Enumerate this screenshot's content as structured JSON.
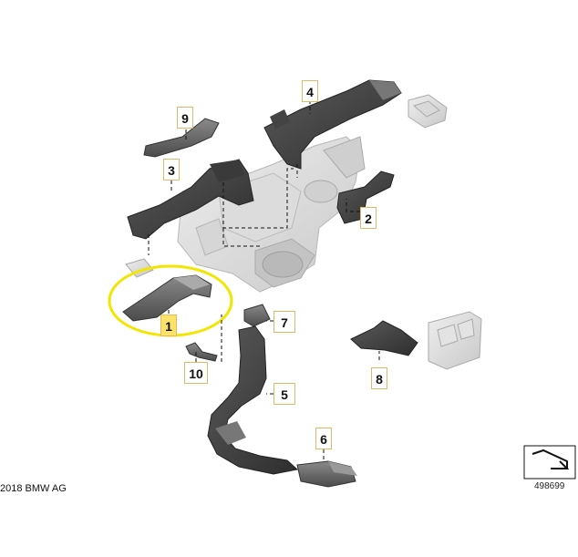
{
  "diagram": {
    "callouts": [
      {
        "id": "1",
        "label": "1",
        "highlighted": true
      },
      {
        "id": "2",
        "label": "2",
        "highlighted": false
      },
      {
        "id": "3",
        "label": "3",
        "highlighted": false
      },
      {
        "id": "4",
        "label": "4",
        "highlighted": false
      },
      {
        "id": "5",
        "label": "5",
        "highlighted": false
      },
      {
        "id": "6",
        "label": "6",
        "highlighted": false
      },
      {
        "id": "7",
        "label": "7",
        "highlighted": false
      },
      {
        "id": "8",
        "label": "8",
        "highlighted": false
      },
      {
        "id": "9",
        "label": "9",
        "highlighted": false
      },
      {
        "id": "10",
        "label": "10",
        "highlighted": false
      }
    ],
    "highlight_color": "#f2e600",
    "callout_border_color": "#e6b866"
  },
  "footer": {
    "copyright": "2018 BMW AG",
    "diagram_number": "498699"
  },
  "icons": {
    "view_direction": "arrow-view-icon"
  }
}
